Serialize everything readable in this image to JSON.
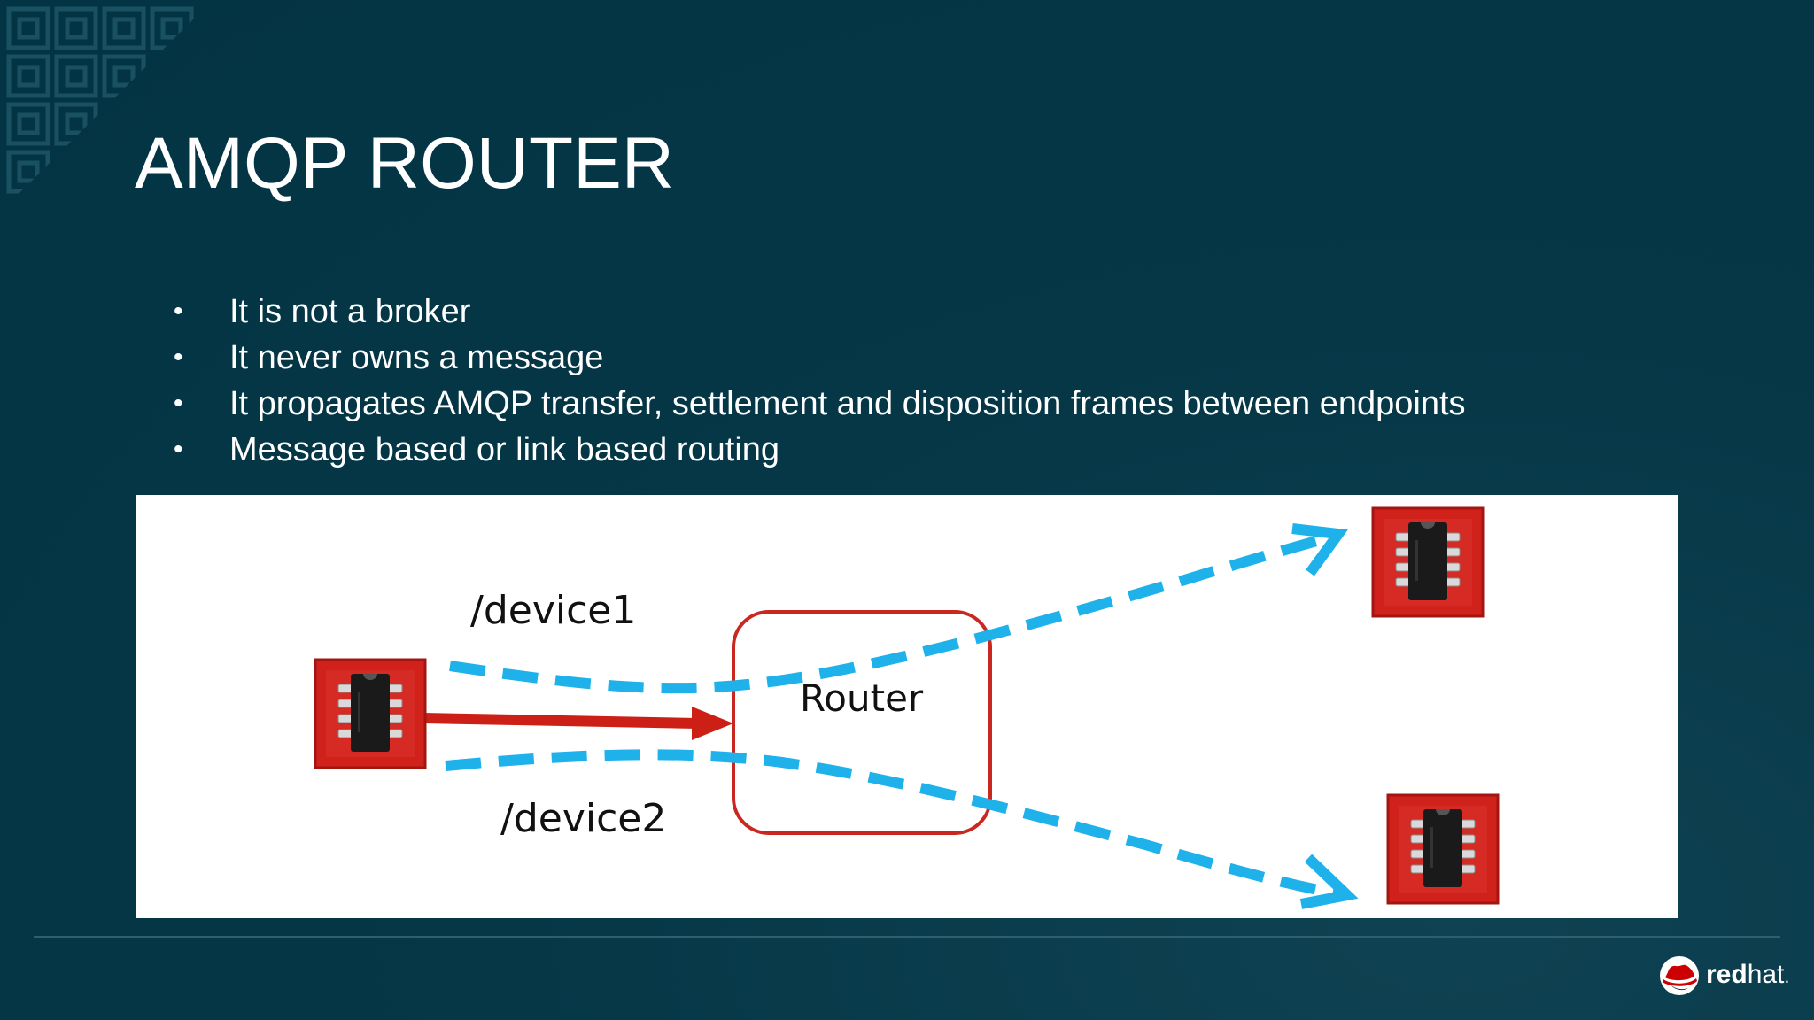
{
  "slide": {
    "title": "AMQP ROUTER",
    "bullets": [
      "It is not a broker",
      "It never owns a message",
      "It propagates AMQP transfer, settlement and disposition frames between endpoints",
      "Message based or link based routing"
    ],
    "bullet_glyph": "•"
  },
  "diagram": {
    "router_label": "Router",
    "link1_label": "/device1",
    "link2_label": "/device2",
    "colors": {
      "device_red": "#d0211b",
      "chip_black": "#1a1a1a",
      "dashed_link": "#1eb1ea",
      "solid_arrow": "#cc1f16",
      "router_outline": "#c9271f"
    },
    "icons": [
      "chip-device-icon",
      "chip-device-icon",
      "chip-device-icon"
    ]
  },
  "footer": {
    "logo_bold": "red",
    "logo_light": "hat",
    "logo_mark": "."
  }
}
